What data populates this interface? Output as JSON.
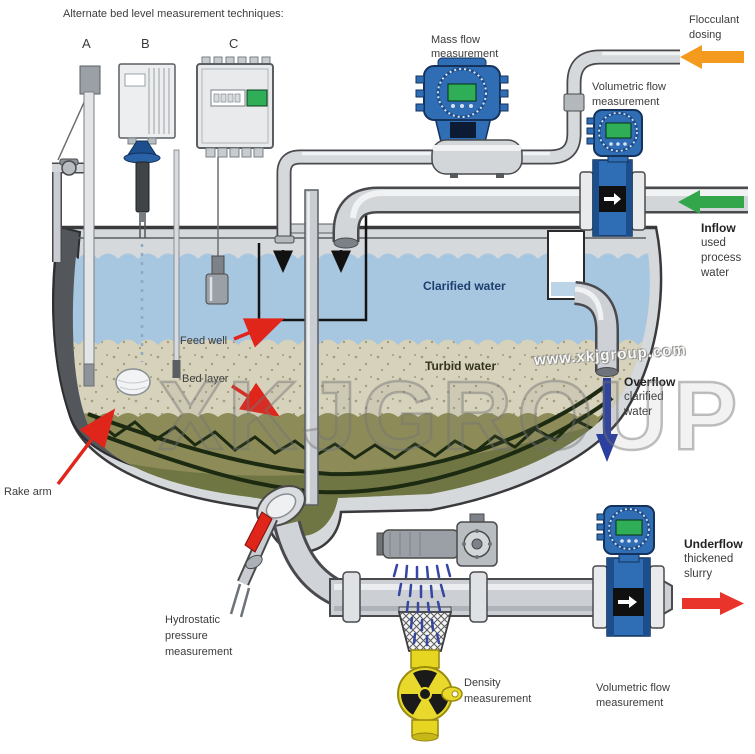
{
  "labels": {
    "title": "Alternate bed level measurement techniques:",
    "technique_a": "A",
    "technique_b": "B",
    "technique_c": "C",
    "mass_flow": [
      "Mass flow",
      "measurement"
    ],
    "flocculant_dosing": [
      "Flocculant",
      "dosing"
    ],
    "volumetric_flow_top": [
      "Volumetric flow",
      "measurement"
    ],
    "inflow": {
      "title": "Inflow",
      "desc": [
        "used",
        "process",
        "water"
      ]
    },
    "clarified_water": "Clarified water",
    "feed_well": "Feed well",
    "turbid_water": "Turbid water",
    "bed_layer": "Bed layer",
    "rake_arm": "Rake arm",
    "overflow": {
      "title": "Overflow",
      "desc": [
        "clarified",
        "water"
      ]
    },
    "underflow": {
      "title": "Underflow",
      "desc": [
        "thickened",
        "slurry"
      ]
    },
    "hydrostatic": [
      "Hydrostatic",
      "pressure",
      "measurement"
    ],
    "density": [
      "Density",
      "measurement"
    ],
    "volumetric_flow_bottom": [
      "Volumetric flow",
      "measurement"
    ],
    "watermark_url": "www.xkjgroup.com",
    "watermark_brand": "XKJGROUP"
  },
  "colors": {
    "clarified_water": "#a7c6e0",
    "turbid_water": "#d6d2bb",
    "bed_layer": "#8d8c58",
    "instrument_blue": "#2f6db5",
    "display_green": "#2fae57",
    "arrow_orange": "#f49b1f",
    "arrow_green": "#33a64c",
    "arrow_red": "#e8342a",
    "arrow_overflow_blue": "#2b3f9e",
    "annotation_red": "#e0251b",
    "density_yellow": "#e6d622",
    "tank_gray": "#d6d9dc"
  }
}
